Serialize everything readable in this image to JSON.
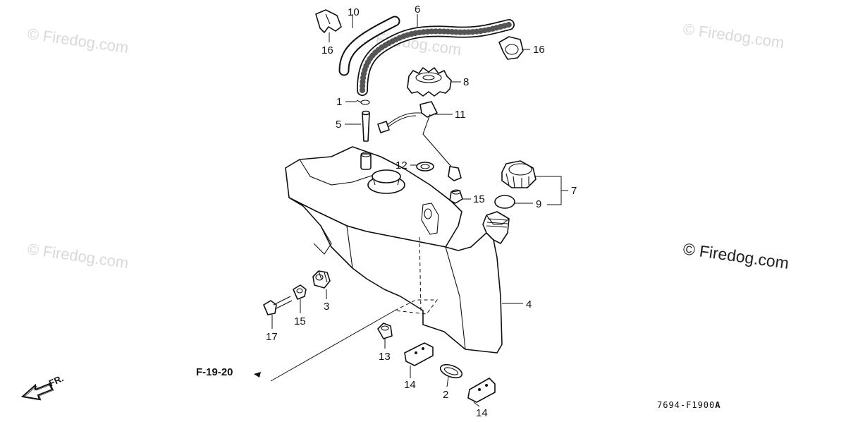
{
  "watermarks": {
    "faint": "© Firedog.com",
    "main": "© Firedog.com"
  },
  "callouts": {
    "c1": "1",
    "c2": "2",
    "c3": "3",
    "c4": "4",
    "c5": "5",
    "c6": "6",
    "c7": "7",
    "c8": "8",
    "c9": "9",
    "c10": "10",
    "c11": "11",
    "c12": "12",
    "c13": "13",
    "c14a": "14",
    "c14b": "14",
    "c15a": "15",
    "c15b": "15",
    "c16a": "16",
    "c16b": "16",
    "c17": "17"
  },
  "reference": "F-19-20",
  "direction_label": "FR.",
  "diagram_code": "7694-F1900",
  "diagram_code_suffix": "A"
}
